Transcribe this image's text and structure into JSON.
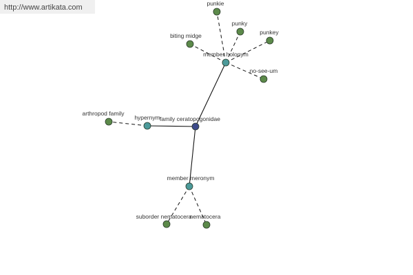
{
  "watermark": {
    "url": "http://www.artikata.com"
  },
  "colors": {
    "leaf": "#5c8a4a",
    "relation": "#4c9a9a",
    "center": "#3c4a8a",
    "edge": "#111111",
    "node_stroke": "#2a3a2a"
  },
  "graph": {
    "center": "family ceratopogonidae",
    "relations": [
      {
        "label": "member holonym",
        "leaves": [
          "punkie",
          "punky",
          "punkey",
          "biting midge",
          "no-see-um"
        ]
      },
      {
        "label": "hypernym",
        "leaves": [
          "arthropod family"
        ]
      },
      {
        "label": "member meronym",
        "leaves": [
          "suborder nematocera",
          "nematocera"
        ]
      }
    ]
  }
}
